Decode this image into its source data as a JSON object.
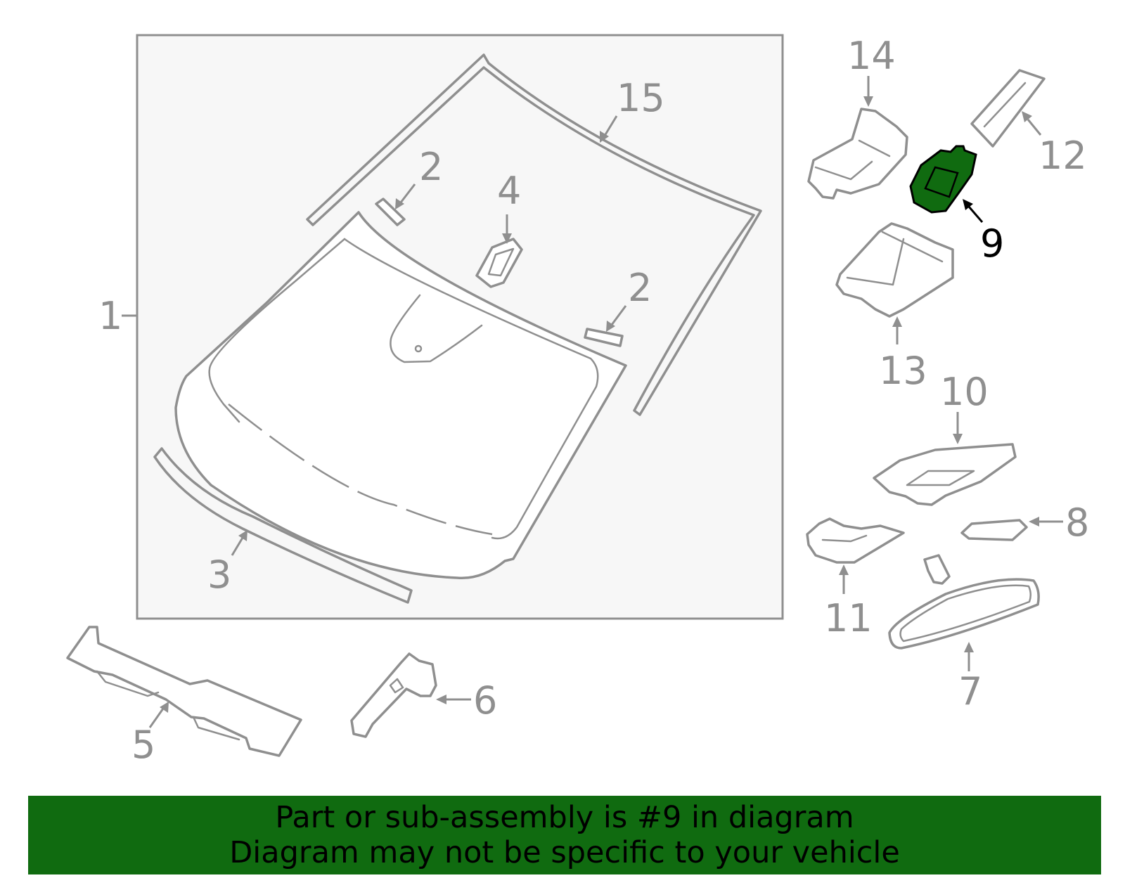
{
  "callouts": {
    "c1": "1",
    "c2a": "2",
    "c2b": "2",
    "c3": "3",
    "c4": "4",
    "c5": "5",
    "c6": "6",
    "c7": "7",
    "c8": "8",
    "c9": "9",
    "c10": "10",
    "c11": "11",
    "c12": "12",
    "c13": "13",
    "c14": "14",
    "c15": "15"
  },
  "highlighted_part": "9",
  "colors": {
    "highlight": "#106b10",
    "line": "#8f8f8f",
    "panel": "#f7f7f7"
  },
  "banner": {
    "line1": "Part or sub-assembly is #9 in diagram",
    "line2": "Diagram may not be specific to your vehicle"
  }
}
